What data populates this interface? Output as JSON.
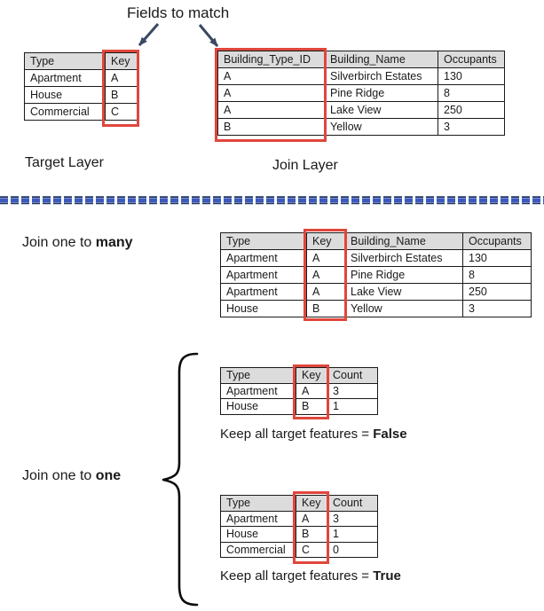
{
  "heading": {
    "fields_to_match": "Fields to match"
  },
  "labels": {
    "target_layer": "Target Layer",
    "join_layer": "Join Layer",
    "join_one_to_many_prefix": "Join one to ",
    "join_one_to_many_bold": "many",
    "join_one_to_one_prefix": "Join one to ",
    "join_one_to_one_bold": "one",
    "keep_false_prefix": "Keep all target features = ",
    "keep_false_bold": "False",
    "keep_true_prefix": "Keep all target features = ",
    "keep_true_bold": "True"
  },
  "tables": {
    "target": {
      "headers": [
        "Type",
        "Key"
      ],
      "rows": [
        [
          "Apartment",
          "A"
        ],
        [
          "House",
          "B"
        ],
        [
          "Commercial",
          "C"
        ]
      ],
      "highlighted_column": "Key"
    },
    "join": {
      "headers": [
        "Building_Type_ID",
        "Building_Name",
        "Occupants"
      ],
      "rows": [
        [
          "A",
          "Silverbirch Estates",
          "130"
        ],
        [
          "A",
          "Pine Ridge",
          "8"
        ],
        [
          "A",
          "Lake View",
          "250"
        ],
        [
          "B",
          "Yellow",
          "3"
        ]
      ],
      "highlighted_column": "Building_Type_ID"
    },
    "one_to_many": {
      "headers": [
        "Type",
        "Key",
        "Building_Name",
        "Occupants"
      ],
      "rows": [
        [
          "Apartment",
          "A",
          "Silverbirch Estates",
          "130"
        ],
        [
          "Apartment",
          "A",
          "Pine Ridge",
          "8"
        ],
        [
          "Apartment",
          "A",
          "Lake View",
          "250"
        ],
        [
          "House",
          "B",
          "Yellow",
          "3"
        ]
      ],
      "highlighted_column": "Key"
    },
    "one_to_one_false": {
      "headers": [
        "Type",
        "Key",
        "Count"
      ],
      "rows": [
        [
          "Apartment",
          "A",
          "3"
        ],
        [
          "House",
          "B",
          "1"
        ]
      ],
      "highlighted_column": "Key"
    },
    "one_to_one_true": {
      "headers": [
        "Type",
        "Key",
        "Count"
      ],
      "rows": [
        [
          "Apartment",
          "A",
          "3"
        ],
        [
          "House",
          "B",
          "1"
        ],
        [
          "Commercial",
          "C",
          "0"
        ]
      ],
      "highlighted_column": "Key"
    }
  },
  "colors": {
    "highlight_outline": "#e0463c",
    "header_bg": "#dcdcdc",
    "arrow": "#3a4861",
    "divider_fill": "#3c59c0",
    "divider_edge": "#1f3864",
    "table_border": "#1a1a1a"
  }
}
